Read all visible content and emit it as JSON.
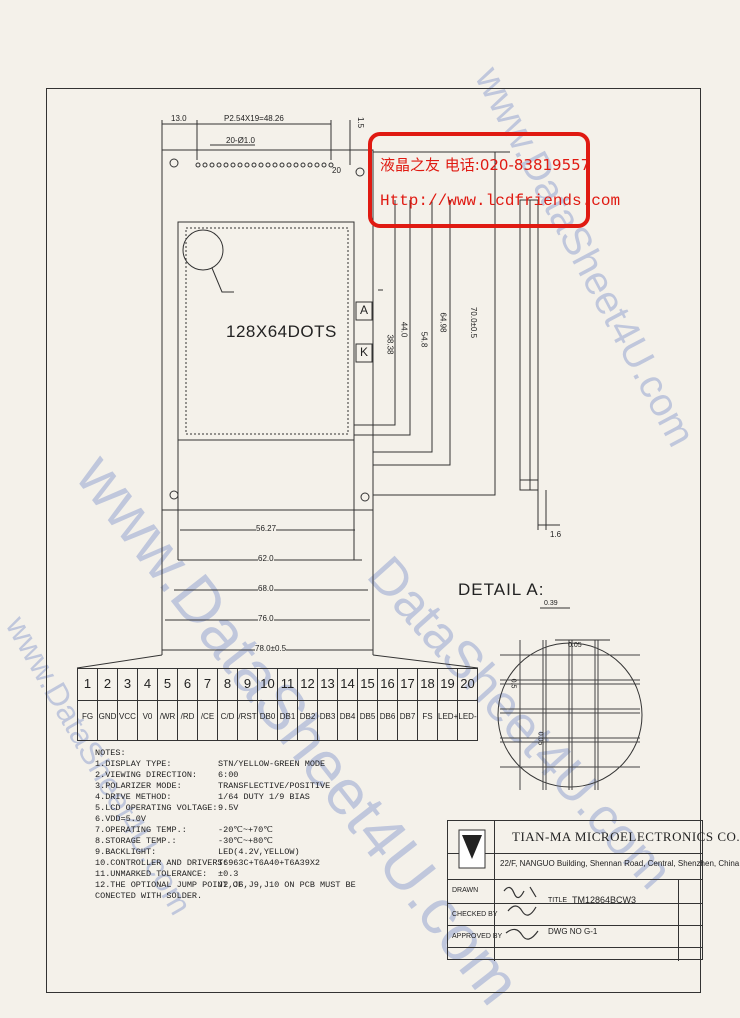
{
  "drawing": {
    "display_label": "128X64DOTS",
    "dims_top": {
      "margin_left": "13.0",
      "pitch": "P2.54X19=48.26",
      "pin_holes": "20-Ø1.0",
      "pin_num": "20",
      "r1": "1.5"
    },
    "dims_right": [
      "38.38",
      "44.0",
      "54.8",
      "64.98",
      "70.0±0.5"
    ],
    "dims_bottom": [
      "56.27",
      "62.0",
      "68.0",
      "76.0",
      "78.0±0.5"
    ],
    "side_width": "1.6",
    "markers": [
      "A",
      "K"
    ],
    "detail": {
      "label": "DETAIL A:",
      "d1": "0.39",
      "d2": "0.05",
      "d3": "0.5",
      "d4": "0.05"
    }
  },
  "stamp": {
    "line1": "液晶之友 电话:020-83819557",
    "line2": "Http://www.lcdfriends.com"
  },
  "pins": [
    {
      "n": "1",
      "s": "FG"
    },
    {
      "n": "2",
      "s": "GND"
    },
    {
      "n": "3",
      "s": "VCC"
    },
    {
      "n": "4",
      "s": "V0"
    },
    {
      "n": "5",
      "s": "/WR"
    },
    {
      "n": "6",
      "s": "/RD"
    },
    {
      "n": "7",
      "s": "/CE"
    },
    {
      "n": "8",
      "s": "C/D"
    },
    {
      "n": "9",
      "s": "/RST"
    },
    {
      "n": "10",
      "s": "DB0"
    },
    {
      "n": "11",
      "s": "DB1"
    },
    {
      "n": "12",
      "s": "DB2"
    },
    {
      "n": "13",
      "s": "DB3"
    },
    {
      "n": "14",
      "s": "DB4"
    },
    {
      "n": "15",
      "s": "DB5"
    },
    {
      "n": "16",
      "s": "DB6"
    },
    {
      "n": "17",
      "s": "DB7"
    },
    {
      "n": "18",
      "s": "FS"
    },
    {
      "n": "19",
      "s": "LED+"
    },
    {
      "n": "20",
      "s": "LED-"
    }
  ],
  "notes": {
    "heading": "NOTES:",
    "items": [
      {
        "k": "1.DISPLAY TYPE:",
        "v": "STN/YELLOW-GREEN MODE"
      },
      {
        "k": "2.VIEWING DIRECTION:",
        "v": "6:00"
      },
      {
        "k": "3.POLARIZER MODE:",
        "v": "TRANSFLECTIVE/POSITIVE"
      },
      {
        "k": "4.DRIVE METHOD:",
        "v": "1/64 DUTY 1/9 BIAS"
      },
      {
        "k": "5.LCD OPERATING VOLTAGE:",
        "v": "9.5V"
      },
      {
        "k": "6.VDD=5.0V",
        "v": ""
      },
      {
        "k": "7.OPERATING TEMP.:",
        "v": "-20℃~+70℃"
      },
      {
        "k": "8.STORAGE TEMP.:",
        "v": "-30℃~+80℃"
      },
      {
        "k": "9.BACKLIGHT:",
        "v": "LED(4.2V,YELLOW)"
      },
      {
        "k": "10.CONTROLLER AND DRIVERS:",
        "v": "T6963C+T6A40+T6A39X2"
      },
      {
        "k": "11.UNMARKED TOLERANCE:",
        "v": "±0.3"
      },
      {
        "k": "12.THE OPTIONAL JUMP POINT OF",
        "v": "J2,J6,J9,J10 ON PCB MUST BE"
      },
      {
        "k": "   CONECTED WITH SOLDER.",
        "v": ""
      }
    ]
  },
  "title_block": {
    "company": "TIAN-MA MICROELECTRONICS CO.",
    "address": "22/F, NANGUO Building, Shennan Road, Central, Shenzhen, China",
    "drawn": "DRAWN",
    "checked": "CHECKED BY",
    "approved": "APPROVED BY",
    "title_label": "TITLE",
    "title": "TM12864BCW3",
    "dwg": "DWG NO G-1"
  },
  "watermarks": [
    "www.DataSheet4U.com",
    "www.DataSheet4U.com",
    "DataSheet4U.com",
    "www.DataSheet4U.com"
  ]
}
